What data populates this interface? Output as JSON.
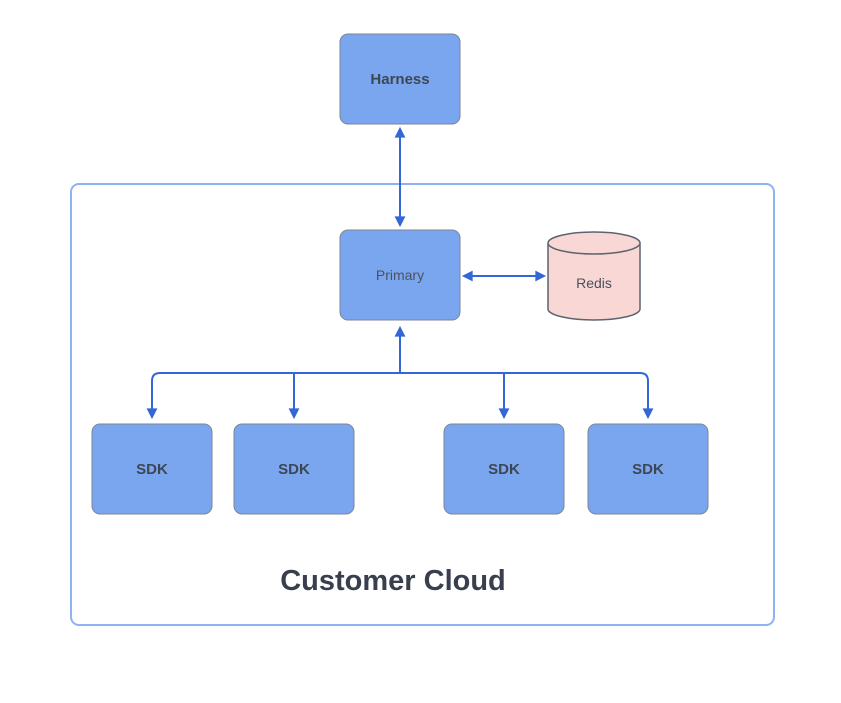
{
  "diagram": {
    "type": "architecture-flowchart",
    "container": {
      "label": "Customer Cloud"
    },
    "nodes": {
      "harness": {
        "label": "Harness",
        "shape": "rectangle"
      },
      "primary": {
        "label": "Primary",
        "shape": "rectangle"
      },
      "redis": {
        "label": "Redis",
        "shape": "cylinder"
      },
      "sdk1": {
        "label": "SDK",
        "shape": "rectangle"
      },
      "sdk2": {
        "label": "SDK",
        "shape": "rectangle"
      },
      "sdk3": {
        "label": "SDK",
        "shape": "rectangle"
      },
      "sdk4": {
        "label": "SDK",
        "shape": "rectangle"
      }
    },
    "edges": [
      {
        "between": [
          "harness",
          "primary"
        ],
        "arrows": "both-ends",
        "style": "straight"
      },
      {
        "between": [
          "primary",
          "redis"
        ],
        "arrows": "both-ends",
        "style": "straight"
      },
      {
        "between": [
          "primary",
          "sdk1",
          "sdk2",
          "sdk3",
          "sdk4"
        ],
        "arrows": "all-ends",
        "style": "orthogonal-tree"
      }
    ],
    "colors": {
      "background": "#FFFFFF",
      "node_fill": "#7AA6F0",
      "node_stroke": "#7B8594",
      "redis_fill": "#F8D7D5",
      "redis_stroke": "#5B6470",
      "arrow": "#3367D6",
      "container_stroke": "#8FB2F0",
      "label_text": "#3D4754",
      "regular_label_text": "#49525E",
      "title_text": "#39404D"
    }
  }
}
